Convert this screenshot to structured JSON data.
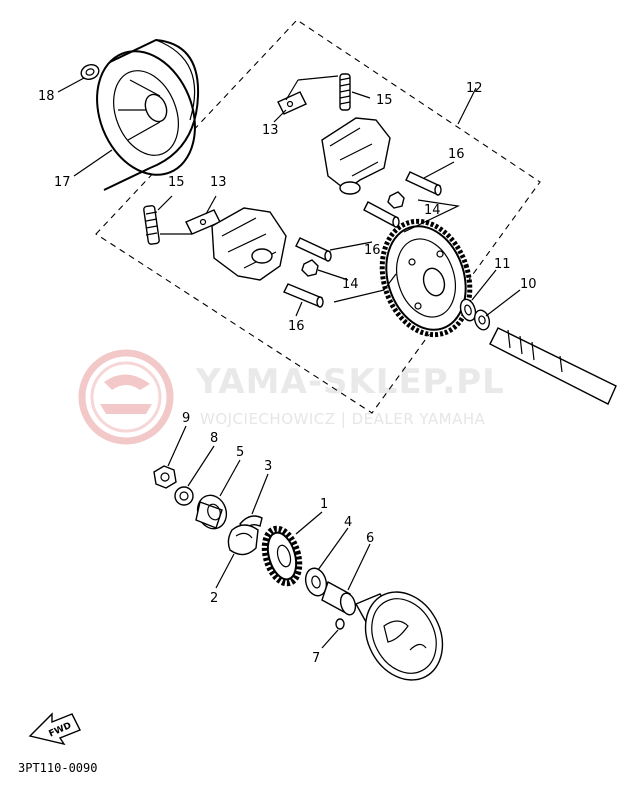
{
  "watermark": {
    "brand": "YAMA-SKLEP.PL",
    "tagline": "WOJCIECHOWICZ | DEALER YAMAHA",
    "logo_color": "#f3c8c8"
  },
  "callouts": {
    "c1": "1",
    "c2": "2",
    "c3": "3",
    "c4": "4",
    "c5": "5",
    "c6": "6",
    "c7": "7",
    "c8": "8",
    "c9": "9",
    "c10": "10",
    "c11": "11",
    "c12": "12",
    "c13a": "13",
    "c13b": "13",
    "c14a": "14",
    "c14b": "14",
    "c15a": "15",
    "c15b": "15",
    "c16a": "16",
    "c16b": "16",
    "c16c": "16",
    "c17": "17",
    "c18": "18"
  },
  "fwd_label": "FWD",
  "diagram_code": "3PT110-0090"
}
